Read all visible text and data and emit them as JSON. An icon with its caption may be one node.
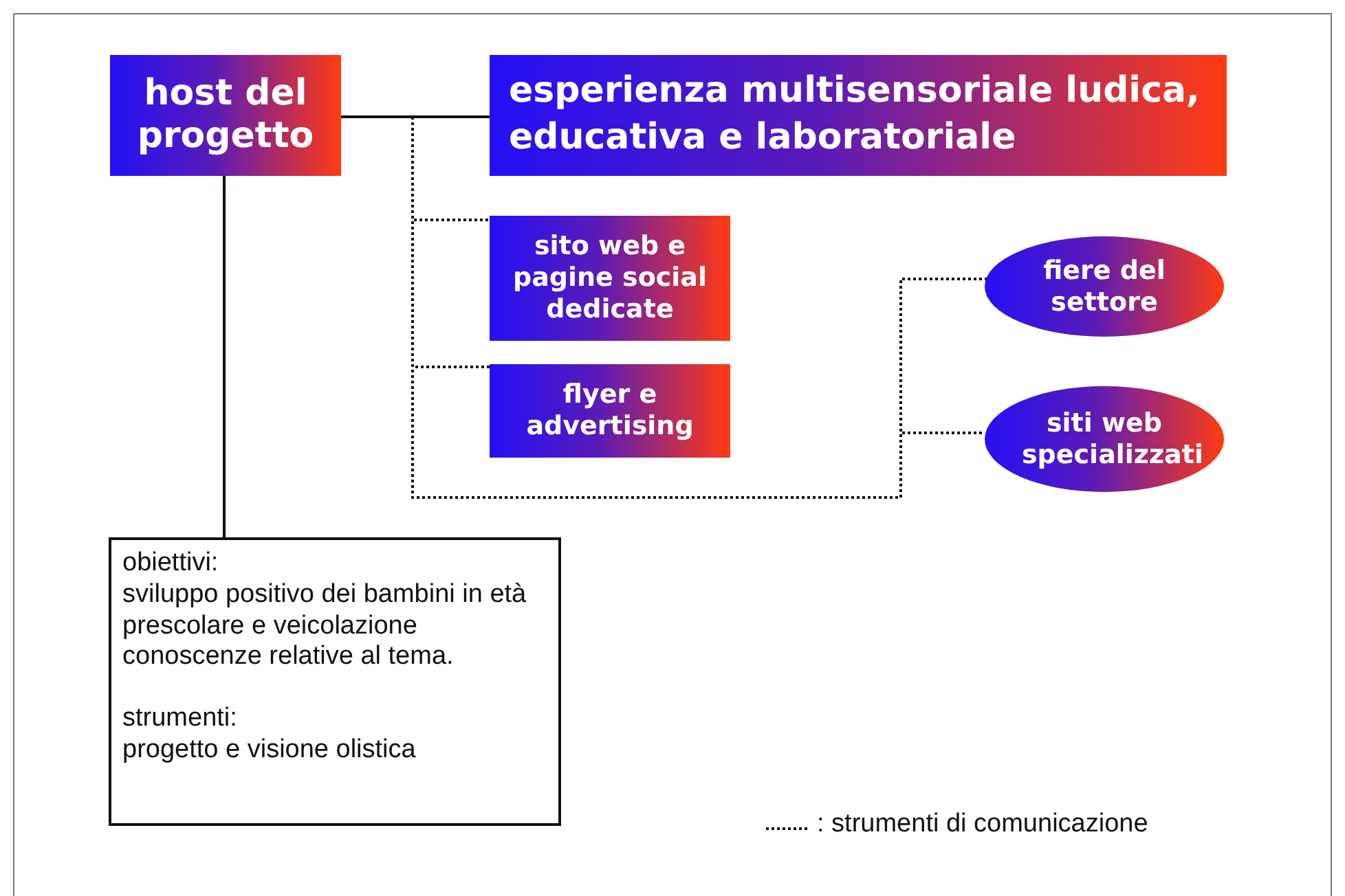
{
  "diagram": {
    "nodes": [
      {
        "text": [
          "host del progetto"
        ]
      },
      {
        "text": [
          "esperienza multisensoriale ludica, educativa e laboratoriale"
        ]
      },
      {
        "text": [
          "sito web e pagine social dedicate"
        ]
      },
      {
        "text": [
          "flyer e advertising"
        ]
      },
      {
        "text": [
          "fiere del settore"
        ]
      },
      {
        "text": [
          "siti web specializzati"
        ]
      },
      {
        "text": [
          "obiettivi:",
          "sviluppo positivo dei bambini in età prescolare e veicolazione conoscenze relative al tema.",
          "strumenti:",
          "progetto e visione olistica"
        ]
      }
    ],
    "edges": [
      {
        "from": 0,
        "to": 1,
        "arrow": "none"
      },
      {
        "from": 0,
        "to": 6,
        "arrow": "none"
      },
      {
        "from": 0,
        "to": 2,
        "arrow": "none",
        "style": "dashed"
      },
      {
        "from": 0,
        "to": 3,
        "arrow": "none",
        "style": "dashed"
      },
      {
        "from": 0,
        "to": 4,
        "arrow": "none",
        "style": "dashed"
      },
      {
        "from": 0,
        "to": 5,
        "arrow": "none",
        "style": "dashed"
      }
    ],
    "legend": [
      {
        "text": ": strumenti di comunicazione"
      }
    ]
  }
}
